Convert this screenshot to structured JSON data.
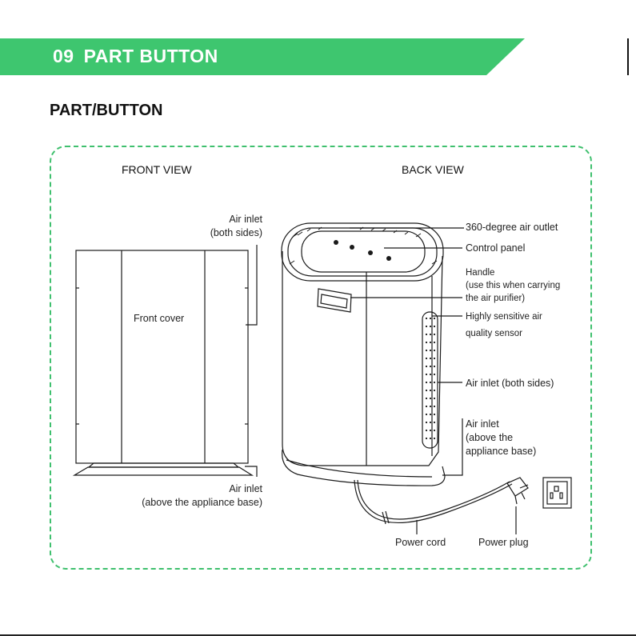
{
  "header": {
    "number": "09",
    "title": "PART BUTTON",
    "band_color": "#3ec66f"
  },
  "section": {
    "title": "PART/BUTTON"
  },
  "front_view": {
    "title": "FRONT VIEW",
    "labels": {
      "air_inlet_sides_1": "Air inlet",
      "air_inlet_sides_2": "(both sides)",
      "front_cover": "Front cover",
      "air_inlet_base_1": "Air inlet",
      "air_inlet_base_2": "(above the appliance base)"
    }
  },
  "back_view": {
    "title": "BACK VIEW",
    "labels": {
      "air_outlet": "360-degree air outlet",
      "control_panel": "Control panel",
      "handle_1": "Handle",
      "handle_2": "(use this when carrying",
      "handle_3": "the air purifier)",
      "sensor_1": "Highly sensitive air",
      "sensor_2": "quality sensor",
      "air_inlet_sides": "Air inlet (both sides)",
      "air_inlet_base_1": "Air inlet",
      "air_inlet_base_2": "(above the",
      "air_inlet_base_3": "appliance base)",
      "power_cord": "Power cord",
      "power_plug": "Power plug"
    }
  },
  "colors": {
    "accent": "#3ec66f",
    "frame": "#3fc06e",
    "line": "#1a1a1a"
  }
}
